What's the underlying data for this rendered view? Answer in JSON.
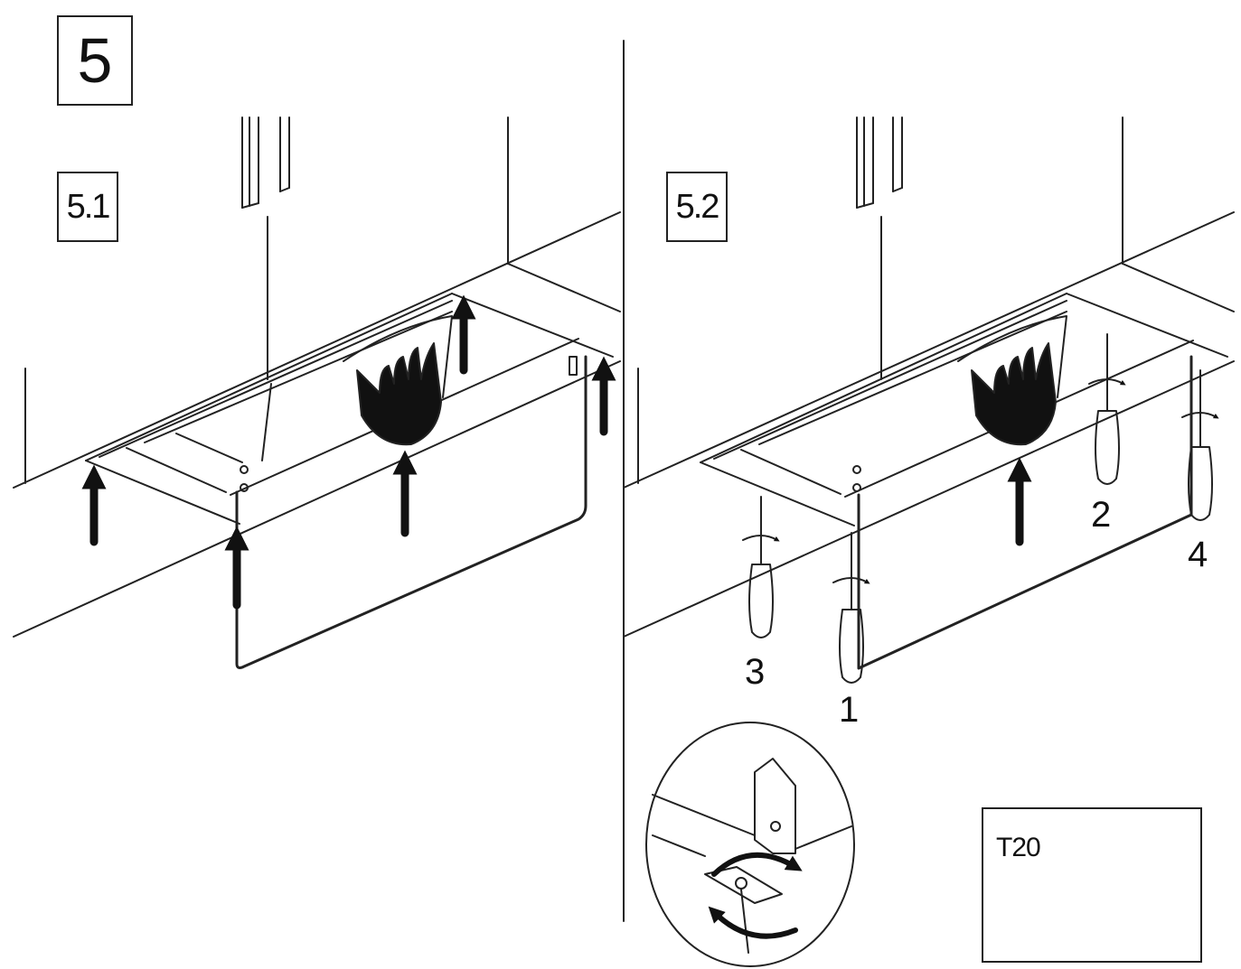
{
  "step_number": "5",
  "panels": [
    {
      "label": "5.1"
    },
    {
      "label": "5.2"
    }
  ],
  "screw_numbers": [
    "1",
    "2",
    "3",
    "4"
  ],
  "tool": {
    "label": "T20"
  }
}
